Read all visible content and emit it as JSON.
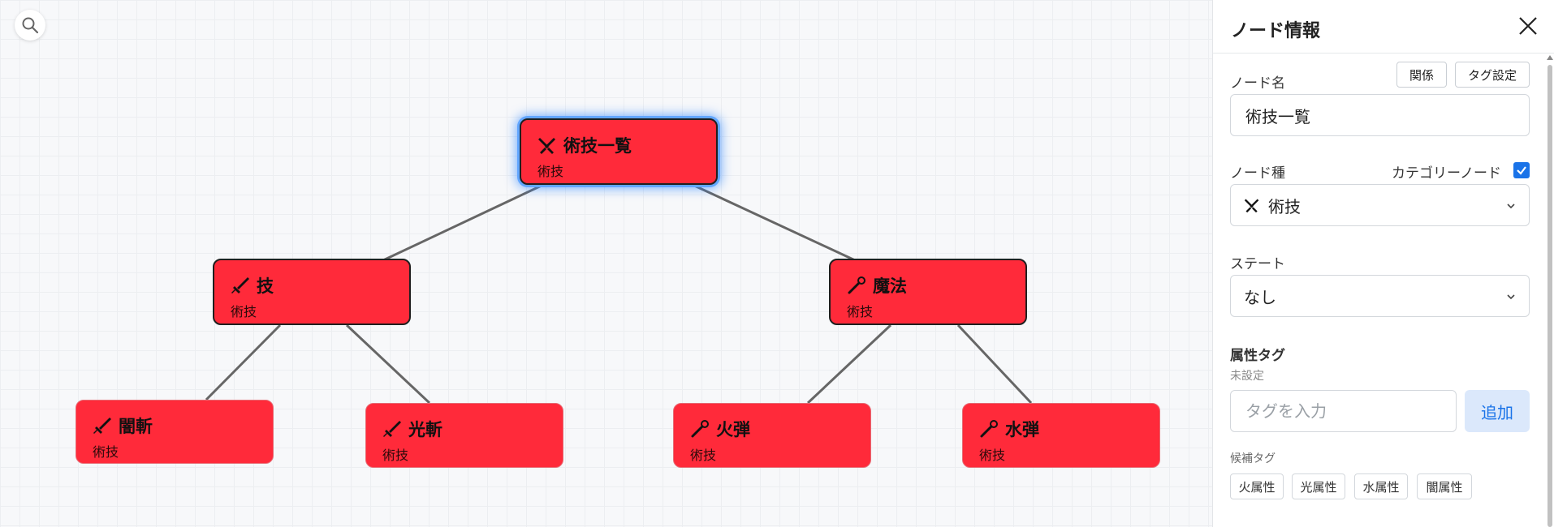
{
  "canvas": {
    "search_icon": "search-icon",
    "nodes": [
      {
        "id": "root",
        "title": "術技一覧",
        "subtitle": "術技",
        "icon": "swords-crossed-icon"
      },
      {
        "id": "waza",
        "title": "技",
        "subtitle": "術技",
        "icon": "sword-icon"
      },
      {
        "id": "mahou",
        "title": "魔法",
        "subtitle": "術技",
        "icon": "wand-icon"
      },
      {
        "id": "anzan",
        "title": "闇斬",
        "subtitle": "術技",
        "icon": "sword-icon"
      },
      {
        "id": "kouzan",
        "title": "光斬",
        "subtitle": "術技",
        "icon": "sword-icon"
      },
      {
        "id": "kadan",
        "title": "火弾",
        "subtitle": "術技",
        "icon": "wand-icon"
      },
      {
        "id": "suidan",
        "title": "水弾",
        "subtitle": "術技",
        "icon": "wand-icon"
      }
    ],
    "colors": {
      "node_fill": "#ff2a3a",
      "selected_glow": "#2a82ff",
      "edge": "#666666"
    }
  },
  "panel": {
    "title": "ノード情報",
    "close_icon": "close-icon",
    "node_name_label": "ノード名",
    "relation_button": "関係",
    "tag_settings_button": "タグ設定",
    "node_name_value": "術技一覧",
    "node_type_label": "ノード種",
    "category_node_label": "カテゴリーノード",
    "category_node_checked": true,
    "node_type_value": "術技",
    "state_label": "ステート",
    "state_value": "なし",
    "attribute_tags_label": "属性タグ",
    "attribute_tags_status": "未設定",
    "tag_input_placeholder": "タグを入力",
    "add_button": "追加",
    "candidate_tags_label": "候補タグ",
    "candidate_tags": [
      "火属性",
      "光属性",
      "水属性",
      "闇属性"
    ]
  }
}
